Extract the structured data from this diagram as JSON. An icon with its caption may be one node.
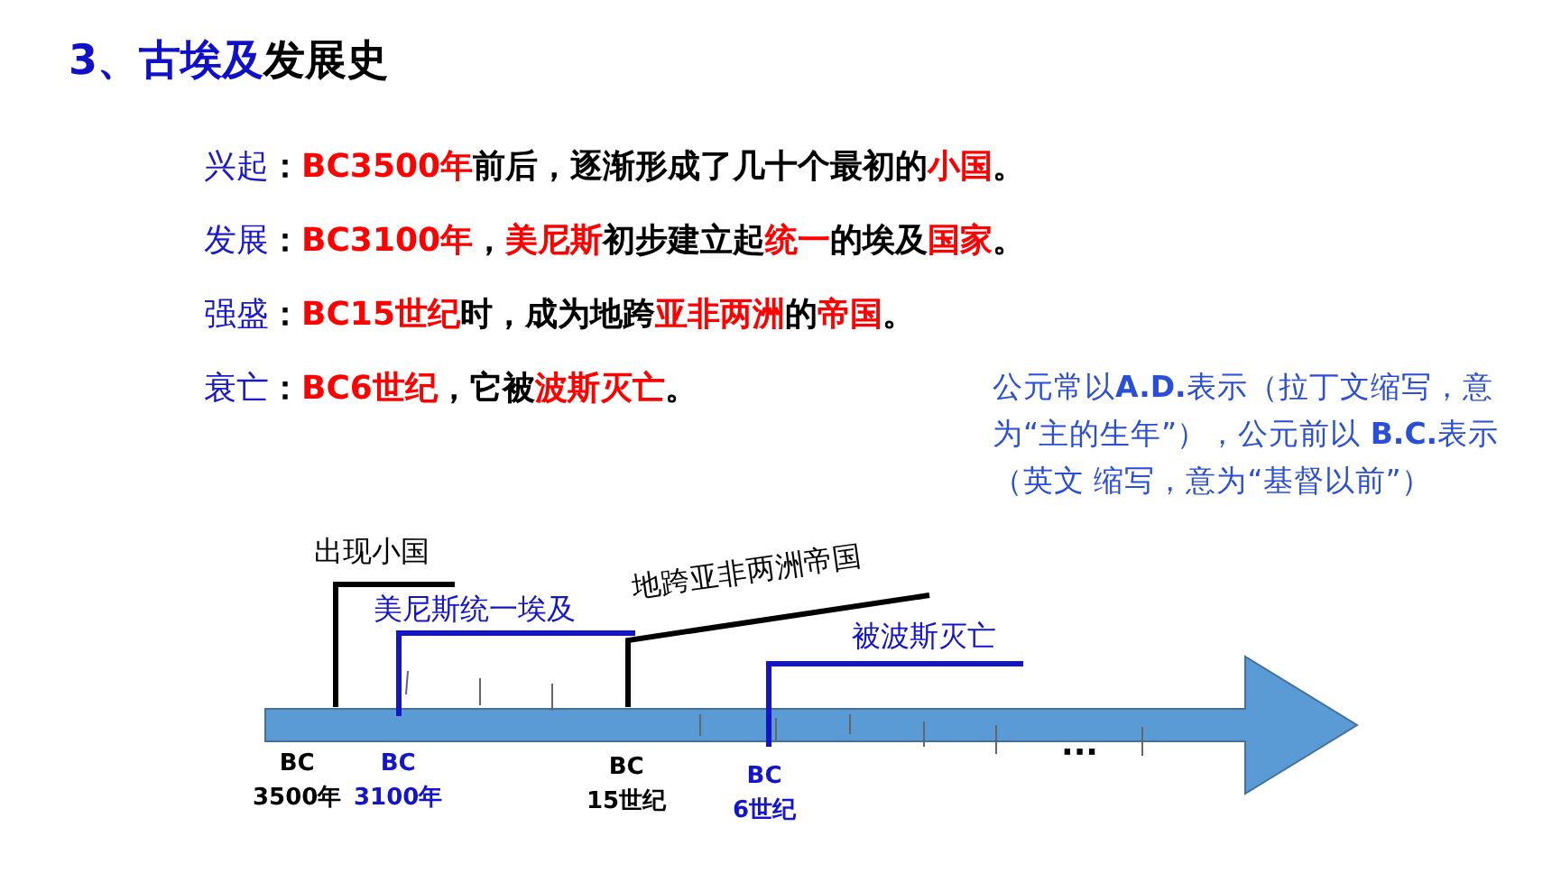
{
  "diagram": {
    "title": "**3、古埃及**发展史",
    "labels": [
      "*兴起*：**BC3500年**前后，逐渐形成了几十个最初的**小国**。",
      "*发展*：**BC3100年**，**美尼斯**初步建立起**统一**的埃及**国家**。",
      "*强盛*：**BC15世纪**时，成为地跨**亚非两洲**的**帝国**。",
      "*衰亡*：**BC6世纪**，它被**波斯灭亡**。",
      "公元常以**A.D.**表示（拉丁文缩写，意为“主的生年”），公元前以 **B.C.**表示（英文 缩写，意为“基督以前”）",
      "出现小国",
      "美尼斯统一埃及",
      "地跨亚非两洲帝国",
      "被波斯灭亡",
      "BC 3500年",
      "BC 3100年",
      "BC 15世纪",
      "BC 6世纪",
      "···"
    ]
  }
}
